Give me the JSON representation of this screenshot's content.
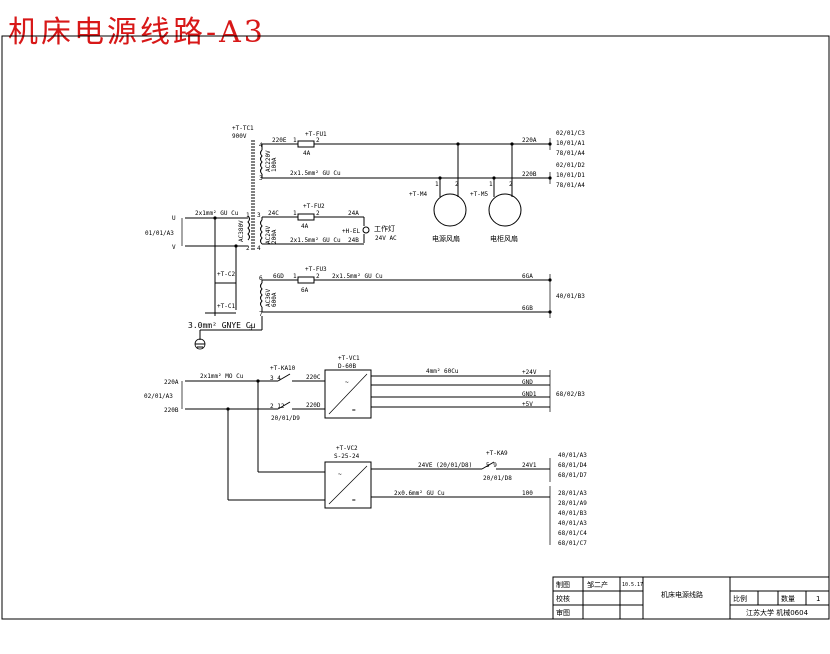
{
  "title": "机床电源线路-A3",
  "transformers": {
    "tc1_ref": "+T-TC1",
    "tc1_power": "900V",
    "pri_label": "AC380V",
    "sec1_label": "AC220V",
    "sec1_current": "100A",
    "sec2_label": "AC24V",
    "sec2_current": "200A",
    "sec3_label": "AC36V",
    "sec3_current": "600A"
  },
  "supply": {
    "ref": "01/01/A3",
    "u": "U",
    "v": "V",
    "wire": "2x1mm² GU Cu"
  },
  "fuses": {
    "fu1": "+T-FU1",
    "fu1_rating": "4A",
    "fu2": "+T-FU2",
    "fu2_rating": "4A",
    "fu3": "+T-FU3",
    "fu3_rating": "6A"
  },
  "wires": {
    "w220e": "220E",
    "w220a": "220A",
    "w220b": "220B",
    "w24c": "24C",
    "w24a": "24A",
    "w24b": "24B",
    "w6c": "6GD",
    "w6a": "6GA",
    "w6b": "6GB",
    "cable_220": "2x1.5mm² GU Cu",
    "cable_24": "2x1.5mm² GU Cu",
    "cable_6": "2x1.5mm² GU Cu",
    "ground_cable": "3.0mm² GNYE Cu",
    "ground_term": "5"
  },
  "refs": {
    "r220a": [
      "02/01/C3",
      "10/01/A1",
      "78/01/A4"
    ],
    "r220b": [
      "02/01/D2",
      "10/01/D1",
      "78/01/A4"
    ],
    "r6": "40/01/B3",
    "r_dc": "68/02/B3",
    "r_dc2": [
      "40/01/A3",
      "68/01/D4",
      "68/01/D7",
      "28/01/A3",
      "28/01/A9",
      "40/01/B3",
      "40/01/A3",
      "68/01/C4",
      "68/01/C7"
    ]
  },
  "motors": {
    "m4_ref": "+T-M4",
    "m4_name": "电源风扇",
    "m5_ref": "+T-M5",
    "m5_name": "电柜风扇"
  },
  "lamp": {
    "ref": "+H-EL",
    "name": "工作灯",
    "rating": "24V AC"
  },
  "caps": {
    "c2": "+T-C2",
    "c1": "+T-C1"
  },
  "dc_section": {
    "in_a": "220A",
    "in_b": "220B",
    "ref": "02/01/A3",
    "wire": "2x1mm² MO Cu",
    "ka10": "+T-KA10",
    "ka10_terms": "3    4",
    "w220c": "220C",
    "w220d": "220D",
    "terms2": "2    12",
    "ref_2012": "20/01/D9",
    "vc1_ref": "+T-VC1",
    "vc1_model": "D-60B",
    "out_cable": "4mm² 60Cu",
    "out_24": "+24V",
    "out_gnd": "GND",
    "out_gnd1": "GND1",
    "out_5v": "+5V",
    "vc2_ref": "+T-VC2",
    "vc2_model": "S-25-24",
    "w24ve": "24VE  (20/01/D8)",
    "ka9": "+T-KA9",
    "ka9_terms": "5    9",
    "ka9_ref": "20/01/D8",
    "w24v1": "24V1",
    "w100": "100",
    "cable_210": "2x0.6mm² GU Cu"
  },
  "titleblock": {
    "drawn_label": "制图",
    "drawn_name": "邹二产",
    "date": "10.5.17",
    "check_label": "校核",
    "approve_label": "审图",
    "drawing_name": "机床电源线路",
    "scale_label": "比例",
    "qty_label": "数量",
    "qty_value": "1",
    "org": "江苏大学 机械0604"
  }
}
